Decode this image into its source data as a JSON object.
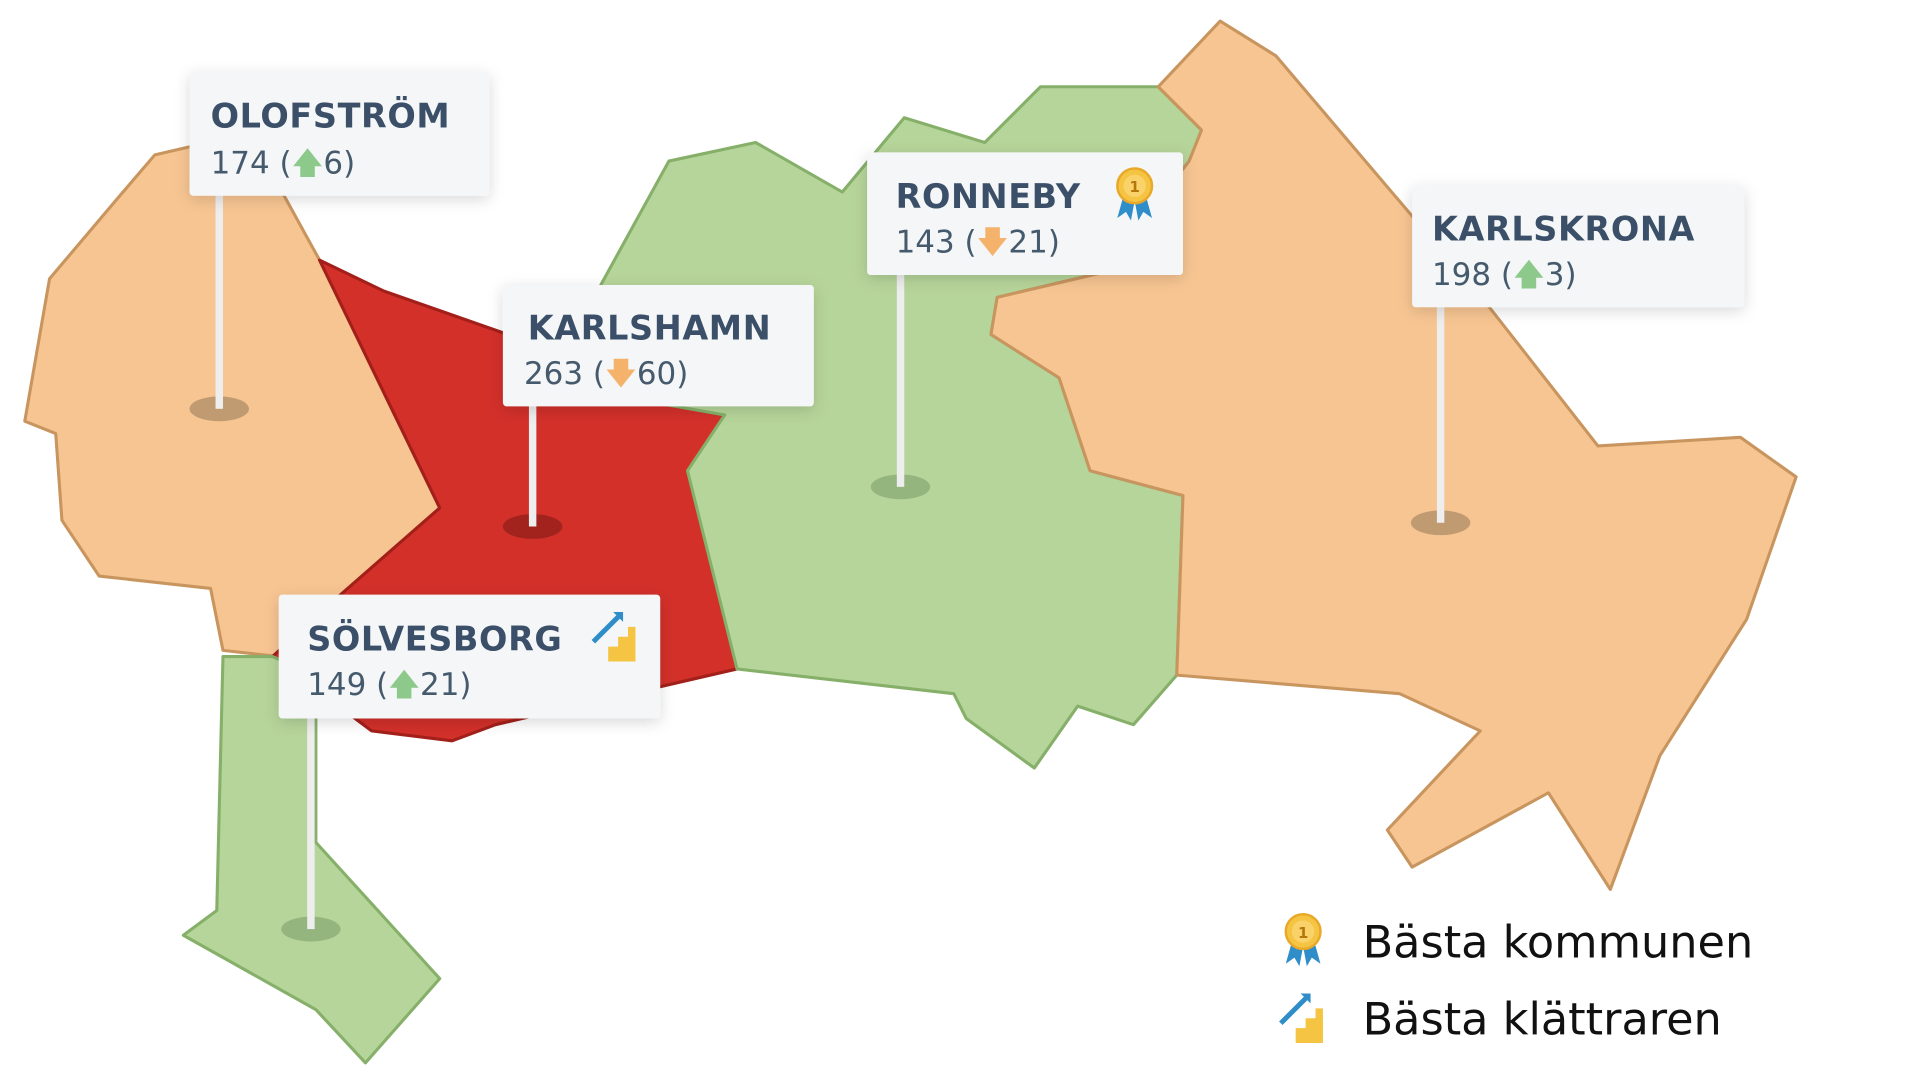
{
  "colors": {
    "orange": "#f7c592",
    "red": "#d3302a",
    "green": "#b6d59a",
    "up": "#8cc98a",
    "down": "#f5b26b"
  },
  "municipalities": [
    {
      "name": "OLOFSTRÖM",
      "rank": "174",
      "trend": "up",
      "change": "6",
      "fill": "orange"
    },
    {
      "name": "KARLSHAMN",
      "rank": "263",
      "trend": "down",
      "change": "60",
      "fill": "red"
    },
    {
      "name": "RONNEBY",
      "rank": "143",
      "trend": "down",
      "change": "21",
      "fill": "green",
      "badge": "medal-icon"
    },
    {
      "name": "KARLSKRONA",
      "rank": "198",
      "trend": "up",
      "change": "3",
      "fill": "orange"
    },
    {
      "name": "SÖLVESBORG",
      "rank": "149",
      "trend": "up",
      "change": "21",
      "fill": "green",
      "badge": "climber-icon"
    }
  ],
  "legend": {
    "best": "Bästa kommunen",
    "climber": "Bästa klättraren"
  },
  "paren_open": "(",
  "paren_close": ")"
}
